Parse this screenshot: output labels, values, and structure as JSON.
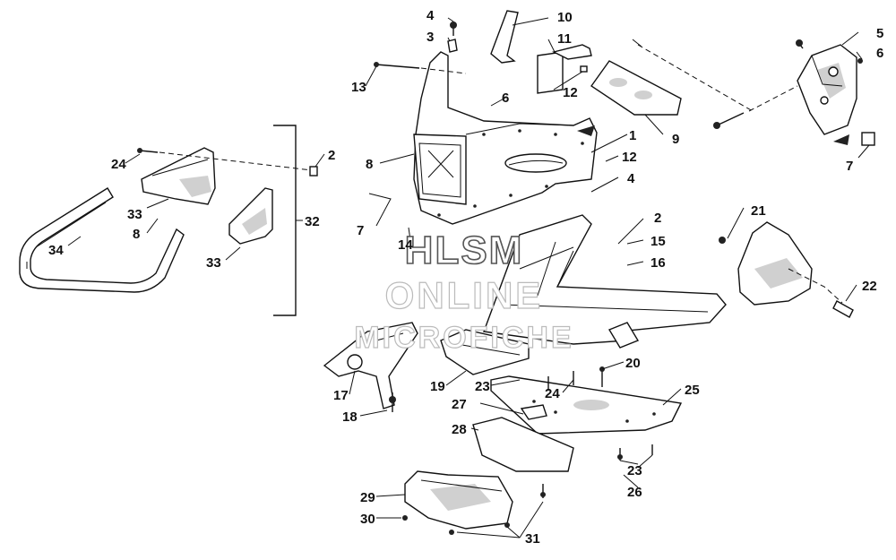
{
  "callouts": [
    "1",
    "2",
    "3",
    "4",
    "5",
    "6",
    "7",
    "8",
    "9",
    "10",
    "11",
    "12",
    "13",
    "14",
    "15",
    "16",
    "17",
    "18",
    "19",
    "20",
    "21",
    "22",
    "23",
    "24",
    "25",
    "26",
    "27",
    "28",
    "29",
    "30",
    "31",
    "32",
    "33",
    "34"
  ],
  "watermark": {
    "line1": "HLSM",
    "line2": "ONLINE",
    "line3": "MICROFICHE"
  }
}
